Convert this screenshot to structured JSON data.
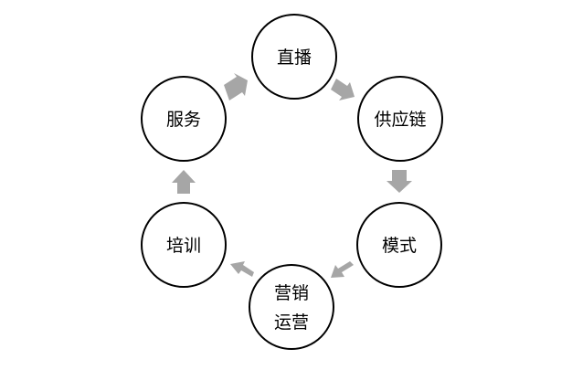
{
  "diagram": {
    "nodes": [
      {
        "id": "zhibo",
        "lines": [
          "直播"
        ]
      },
      {
        "id": "gongyinglian",
        "lines": [
          "供应链"
        ]
      },
      {
        "id": "moshi",
        "lines": [
          "模式"
        ]
      },
      {
        "id": "yingxiao-yunying",
        "lines": [
          "营销",
          "运营"
        ]
      },
      {
        "id": "peixun",
        "lines": [
          "培训"
        ]
      },
      {
        "id": "fuwu",
        "lines": [
          "服务"
        ]
      }
    ],
    "colors": {
      "arrow": "#a6a6a6",
      "circle_stroke": "#000000",
      "circle_fill": "#ffffff",
      "text": "#000000"
    }
  }
}
